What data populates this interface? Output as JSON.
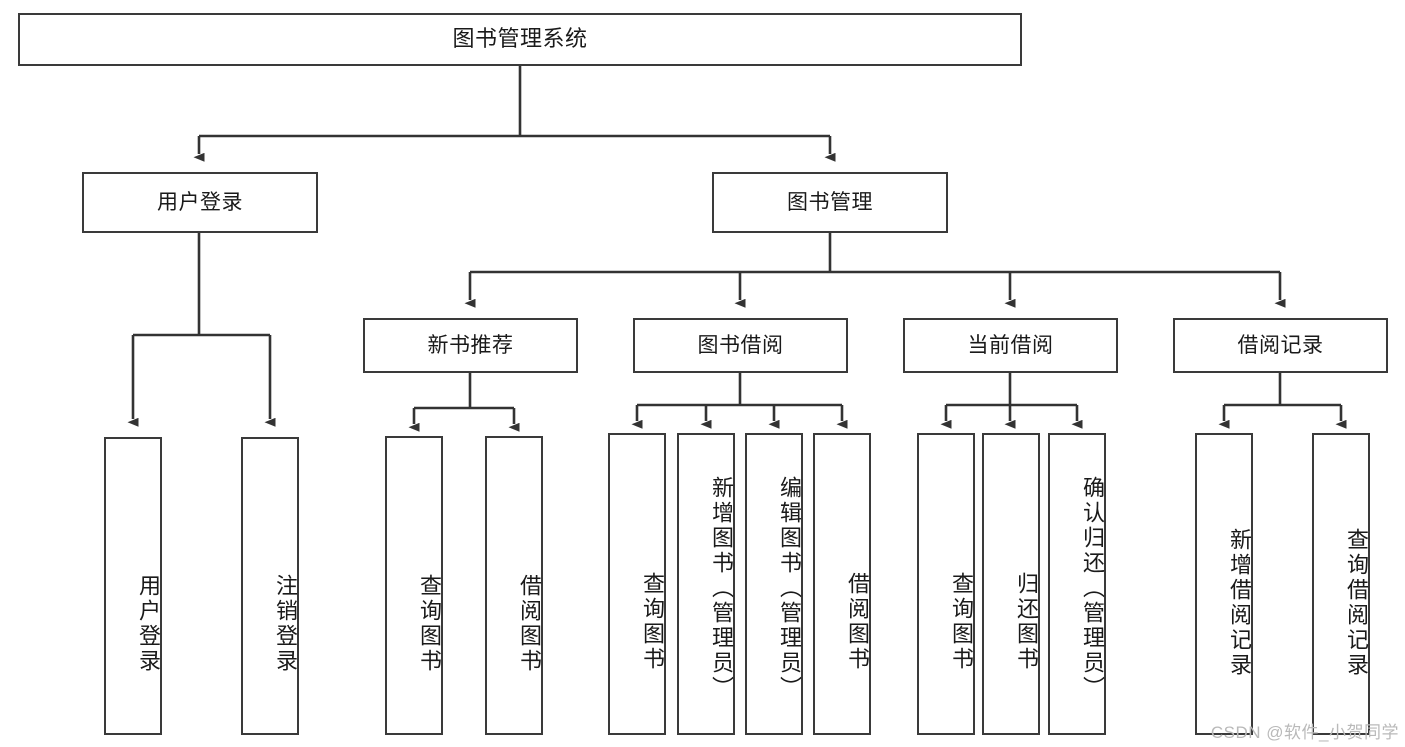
{
  "diagram": {
    "type": "tree-hierarchy",
    "title": "图书管理系统",
    "line_color": "#3a3a3a",
    "box_fill": "#ffffff",
    "text_color": "#1a1a1a",
    "root": {
      "label": "图书管理系统",
      "orientation": "horizontal"
    },
    "level2": [
      {
        "id": "user-login",
        "label": "用户登录",
        "orientation": "horizontal"
      },
      {
        "id": "book-manage",
        "label": "图书管理",
        "orientation": "horizontal"
      }
    ],
    "level3": [
      {
        "id": "new-book-recommend",
        "label": "新书推荐",
        "orientation": "horizontal",
        "parent": "book-manage"
      },
      {
        "id": "book-borrow",
        "label": "图书借阅",
        "orientation": "horizontal",
        "parent": "book-manage"
      },
      {
        "id": "current-borrow",
        "label": "当前借阅",
        "orientation": "horizontal",
        "parent": "book-manage"
      },
      {
        "id": "borrow-record",
        "label": "借阅记录",
        "orientation": "horizontal",
        "parent": "book-manage"
      }
    ],
    "leaves": [
      {
        "id": "leaf-user-login",
        "label": "用户登录",
        "parent": "user-login"
      },
      {
        "id": "leaf-user-logout",
        "label": "注销登录",
        "parent": "user-login"
      },
      {
        "id": "leaf-query-book-1",
        "label": "查询图书",
        "parent": "new-book-recommend"
      },
      {
        "id": "leaf-borrow-book-1",
        "label": "借阅图书",
        "parent": "new-book-recommend"
      },
      {
        "id": "leaf-query-book-2",
        "label": "查询图书",
        "parent": "book-borrow"
      },
      {
        "id": "leaf-add-book",
        "label": "新增图书（管理员）",
        "parent": "book-borrow"
      },
      {
        "id": "leaf-edit-book",
        "label": "编辑图书（管理员）",
        "parent": "book-borrow"
      },
      {
        "id": "leaf-borrow-book-2",
        "label": "借阅图书",
        "parent": "book-borrow"
      },
      {
        "id": "leaf-query-book-3",
        "label": "查询图书",
        "parent": "current-borrow"
      },
      {
        "id": "leaf-return-book",
        "label": "归还图书",
        "parent": "current-borrow"
      },
      {
        "id": "leaf-confirm-return",
        "label": "确认归还（管理员）",
        "parent": "current-borrow"
      },
      {
        "id": "leaf-add-record",
        "label": "新增借阅记录",
        "parent": "borrow-record"
      },
      {
        "id": "leaf-query-record",
        "label": "查询借阅记录",
        "parent": "borrow-record"
      }
    ]
  },
  "watermark": {
    "text": "CSDN @软件_小贺同学"
  }
}
